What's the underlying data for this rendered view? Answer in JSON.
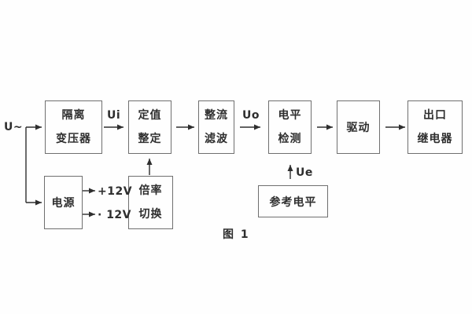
{
  "figure": {
    "caption": "图 1",
    "colors": {
      "background": "#fefefe",
      "line": "#2e2e2e",
      "box_border": "#6f6f6f",
      "text": "#2e2e2e"
    }
  },
  "labels": {
    "input_voltage": "U~",
    "ui": "Ui",
    "uo": "Uo",
    "ue": "Ue",
    "rail_positive": "+12V",
    "rail_negative": "· 12V"
  },
  "blocks": {
    "isolation_transformer": {
      "line1": "隔离",
      "line2": "变压器"
    },
    "setpoint_setting": {
      "line1": "定值",
      "line2": "整定"
    },
    "rectifier_filter": {
      "line1": "整流",
      "line2": "滤波"
    },
    "level_detection": {
      "line1": "电平",
      "line2": "检测"
    },
    "drive": {
      "line1": "驱动"
    },
    "output_relay": {
      "line1": "出口",
      "line2": "继电器"
    },
    "power_supply": {
      "line1": "电源"
    },
    "ratio_switching": {
      "line1": "倍率",
      "line2": "切换"
    },
    "reference_level": {
      "line1": "参考电平"
    }
  }
}
